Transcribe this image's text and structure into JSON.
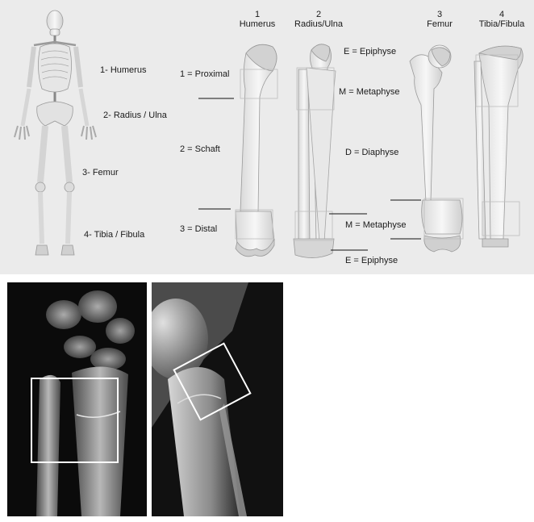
{
  "skeleton_labels": {
    "humerus": "1- Humerus",
    "radius_ulna": "2- Radius / Ulna",
    "femur": "3- Femur",
    "tibia_fibula": "4- Tibia / Fibula"
  },
  "segment_labels": {
    "proximal": "1 = Proximal",
    "shaft": "2 =  Schaft",
    "distal": "3 = Distal"
  },
  "zone_labels": {
    "epiphyse_top": "E = Epiphyse",
    "metaphyse_top": "M = Metaphyse",
    "diaphyse": "D = Diaphyse",
    "metaphyse_bottom": "M = Metaphyse",
    "epiphyse_bottom": "E = Epiphyse"
  },
  "bone_headers": [
    {
      "number": "1",
      "name": "Humerus"
    },
    {
      "number": "2",
      "name": "Radius/Ulna"
    },
    {
      "number": "3",
      "name": "Femur"
    },
    {
      "number": "4",
      "name": "Tibia/Fibula"
    }
  ],
  "colors": {
    "panel_bg": "#ebebeb",
    "bone_fill": "#ededed",
    "bone_stroke": "#9a9a9a",
    "epiphysis_fill": "#d2d2d2",
    "xray_bg": "#0b0b0b",
    "highlight_box": "#ffffff"
  }
}
